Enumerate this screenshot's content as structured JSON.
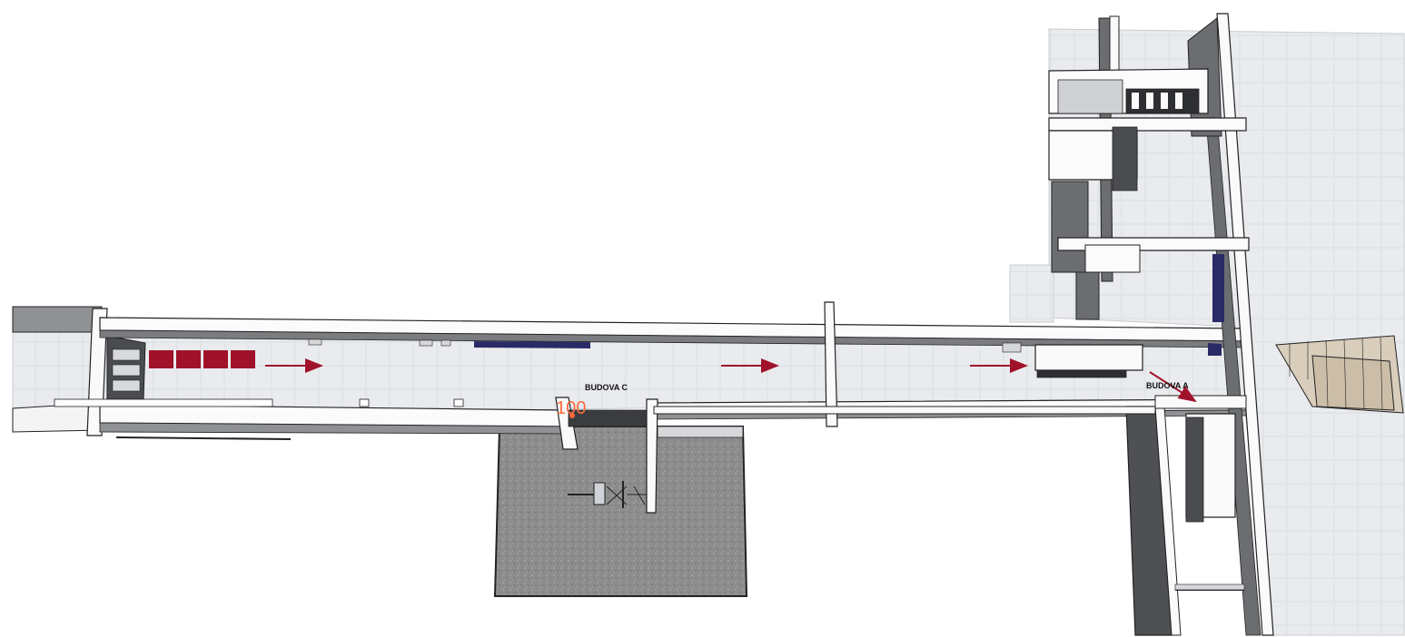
{
  "labels": {
    "building_c": "BUDOVA C",
    "building_a": "BUDOVA A",
    "marker_value": "100"
  },
  "colors": {
    "floor": "#ebedf0",
    "wall_top": "#fbfbfb",
    "wall_side": "#7a7c80",
    "wall_dark": "#4e5054",
    "outline": "#222222",
    "carpet": "#8a8a8a",
    "marker_red": "#a0112a",
    "arrow_red": "#a0112a",
    "number_orange": "#ff6a3d",
    "window_blue": "#2a2a66"
  },
  "icons": {
    "flow_arrow": "arrow-right-icon",
    "queue_marker": "red-square-icon"
  }
}
